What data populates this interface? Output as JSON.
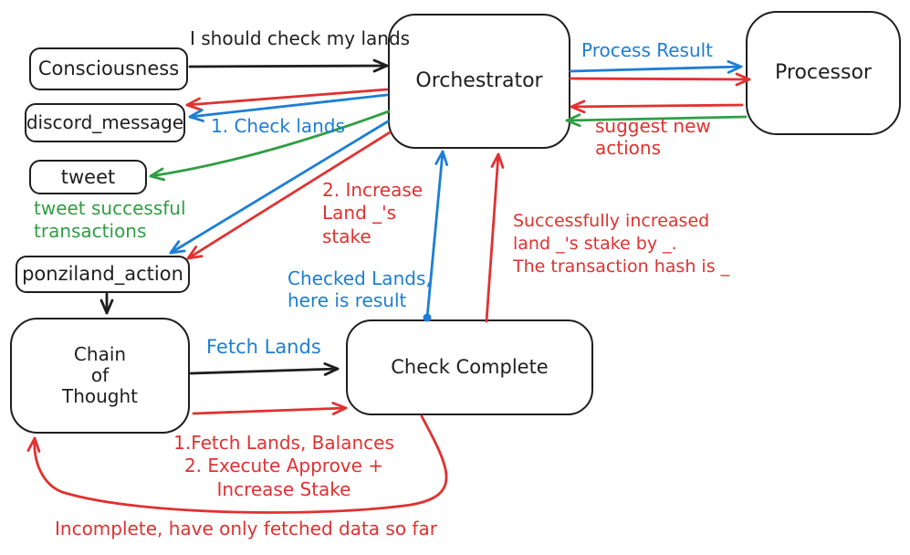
{
  "colors": {
    "stroke": "#1e1e1e",
    "red": "#e03131",
    "green": "#2f9e44",
    "blue": "#1c7ed6",
    "background": "#ffffff"
  },
  "nodes": {
    "consciousness": {
      "label": "Consciousness"
    },
    "discord_message": {
      "label": "discord_message"
    },
    "tweet": {
      "label": "tweet"
    },
    "ponziland_action": {
      "label": "ponziland_action"
    },
    "chain_of_thought": {
      "label": "Chain\nof\nThought"
    },
    "orchestrator": {
      "label": "Orchestrator"
    },
    "processor": {
      "label": "Processor"
    },
    "check_complete": {
      "label": "Check Complete"
    }
  },
  "labels": {
    "i_should_check_my_lands": {
      "text": "I should check my lands",
      "color": "black"
    },
    "process_result": {
      "text": "Process Result",
      "color": "blue"
    },
    "suggest_new_actions": {
      "text": "suggest new\nactions",
      "color": "red"
    },
    "check_lands": {
      "text": "1. Check lands",
      "color": "blue"
    },
    "tweet_successful_transactions": {
      "text": "tweet successful\ntransactions",
      "color": "green"
    },
    "increase_land_stake": {
      "text": "2. Increase\nLand _'s\nstake",
      "color": "red"
    },
    "checked_lands_result": {
      "text": "Checked Lands,\nhere is result",
      "color": "blue"
    },
    "successfully_increased": {
      "text": "Successfully increased\nland _'s stake by _.\nThe transaction hash is _",
      "color": "red"
    },
    "fetch_lands": {
      "text": "Fetch Lands",
      "color": "blue"
    },
    "fetch_execute_steps": {
      "text": "1.Fetch Lands, Balances\n2. Execute Approve +\nIncrease Stake",
      "color": "red"
    },
    "incomplete_fetched": {
      "text": "Incomplete, have only fetched data so far",
      "color": "red"
    }
  }
}
